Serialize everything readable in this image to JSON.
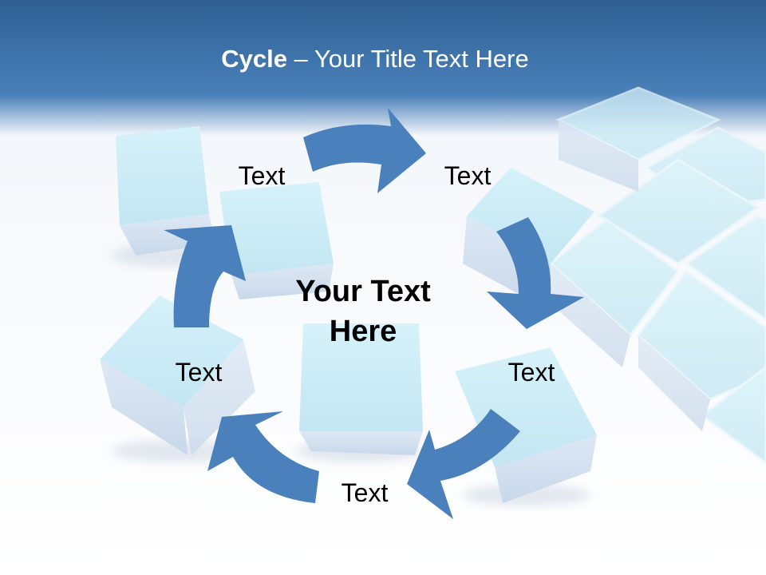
{
  "slide": {
    "title_bold": "Cycle",
    "title_rest": " – Your Title Text Here",
    "center_text": "Your Text Here"
  },
  "diagram": {
    "type": "cycle",
    "nodes": [
      {
        "label": "Text"
      },
      {
        "label": "Text"
      },
      {
        "label": "Text"
      },
      {
        "label": "Text"
      },
      {
        "label": "Text"
      }
    ],
    "arrow_color": "#4a80bb",
    "header_color": "#3a6ca3",
    "cube_color": "#cdeef6"
  }
}
